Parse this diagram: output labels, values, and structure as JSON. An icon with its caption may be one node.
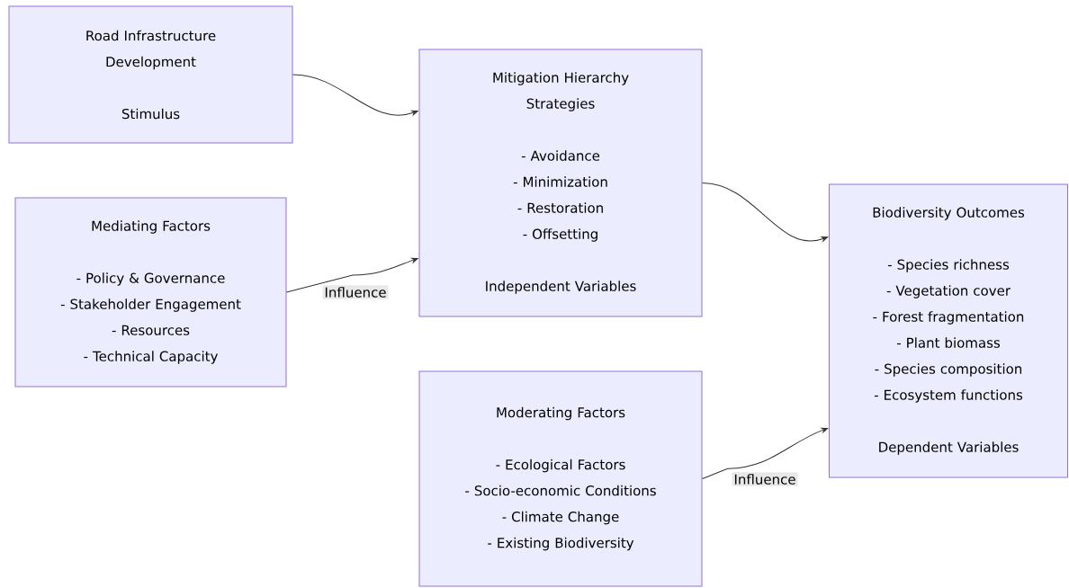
{
  "diagram": {
    "nodes": [
      {
        "text": [
          "Road Infrastructure Development",
          "Stimulus"
        ]
      },
      {
        "text": [
          "Mediating Factors",
          "- Policy & Governance",
          "- Stakeholder Engagement",
          "- Resources",
          "- Technical Capacity"
        ]
      },
      {
        "text": [
          "Mitigation Hierarchy Strategies",
          "- Avoidance",
          "- Minimization",
          "- Restoration",
          "- Offsetting",
          "Independent Variables"
        ]
      },
      {
        "text": [
          "Moderating Factors",
          "- Ecological Factors",
          "- Socio-economic Conditions",
          "- Climate Change",
          "- Existing Biodiversity"
        ]
      },
      {
        "text": [
          "Biodiversity Outcomes",
          "- Species richness",
          "- Vegetation cover",
          "- Forest fragmentation",
          "- Plant biomass",
          "- Species composition",
          "- Ecosystem functions",
          "Dependent Variables"
        ]
      }
    ],
    "edges": [
      {
        "from": 0,
        "to": 2,
        "arrow": "to"
      },
      {
        "from": 1,
        "to": 2,
        "arrow": "to",
        "label": "Influence"
      },
      {
        "from": 2,
        "to": 4,
        "arrow": "to"
      },
      {
        "from": 3,
        "to": 4,
        "arrow": "to",
        "label": "Influence"
      }
    ]
  }
}
